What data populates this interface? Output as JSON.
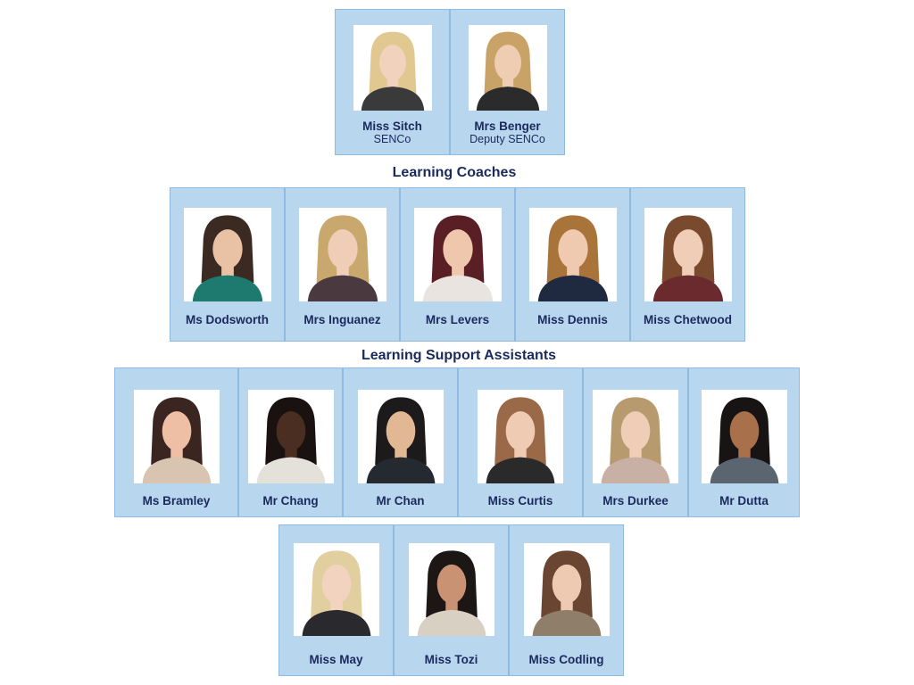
{
  "leadership": [
    {
      "name": "Miss Sitch",
      "role": "SENCo",
      "hair": "#e0c890",
      "top": "#3a3a3a",
      "skin": "#f1d2bd"
    },
    {
      "name": "Mrs Benger",
      "role": "Deputy SENCo",
      "hair": "#c9a268",
      "top": "#2b2b2b",
      "skin": "#efcdb3"
    }
  ],
  "coaches_heading": "Learning Coaches",
  "coaches": [
    {
      "name": "Ms Dodsworth",
      "hair": "#3a2a22",
      "top": "#1e7a6e",
      "skin": "#e9c2a6"
    },
    {
      "name": "Mrs Inguanez",
      "hair": "#c9a86d",
      "top": "#4a3a40",
      "skin": "#efcdb6"
    },
    {
      "name": "Mrs Levers",
      "hair": "#5a1f25",
      "top": "#e9e4df",
      "skin": "#efc7ad"
    },
    {
      "name": "Miss Dennis",
      "hair": "#a8743a",
      "top": "#1f2a40",
      "skin": "#efc9b0"
    },
    {
      "name": "Miss Chetwood",
      "hair": "#7a4a2e",
      "top": "#6a2a2e",
      "skin": "#f0cdb7"
    }
  ],
  "lsa_heading": "Learning Support Assistants",
  "lsa_row_1": [
    {
      "name": "Ms Bramley",
      "hair": "#3a2520",
      "top": "#d8c4b0",
      "skin": "#eebfa5"
    },
    {
      "name": "Mr Chang",
      "hair": "#1a1210",
      "top": "#e4e0da",
      "skin": "#4a2e22"
    },
    {
      "name": "Mr Chan",
      "hair": "#1c1a1a",
      "top": "#242a30",
      "skin": "#e2b894"
    },
    {
      "name": "Miss Curtis",
      "hair": "#9a6a48",
      "top": "#2a2a2a",
      "skin": "#efcbb3"
    },
    {
      "name": "Mrs Durkee",
      "hair": "#b79a6e",
      "top": "#c8b0a4",
      "skin": "#f0cdb6"
    },
    {
      "name": "Mr Dutta",
      "hair": "#181414",
      "top": "#5a6570",
      "skin": "#a8714c"
    }
  ],
  "lsa_row_2": [
    {
      "name": "Miss May",
      "hair": "#e2cfa0",
      "top": "#2a2a2e",
      "skin": "#f2d3bf"
    },
    {
      "name": "Miss Tozi",
      "hair": "#1c1614",
      "top": "#d9d0c4",
      "skin": "#c99273"
    },
    {
      "name": "Miss Codling",
      "hair": "#6a4532",
      "top": "#8e7e6a",
      "skin": "#efcab2"
    }
  ]
}
